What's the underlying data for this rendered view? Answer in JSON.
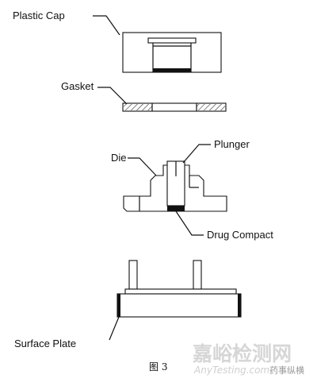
{
  "labels": {
    "plastic_cap": "Plastic Cap",
    "gasket": "Gasket",
    "die": "Die",
    "plunger": "Plunger",
    "drug_compact": "Drug Compact",
    "surface_plate": "Surface Plate"
  },
  "caption": "图 3",
  "watermark": {
    "cn": "嘉峪检测网",
    "en": "AnyTesting.com",
    "tag": "药事纵横"
  },
  "colors": {
    "line": "#111111",
    "hatch": "#111111",
    "watermark": "#d6d6d6"
  }
}
